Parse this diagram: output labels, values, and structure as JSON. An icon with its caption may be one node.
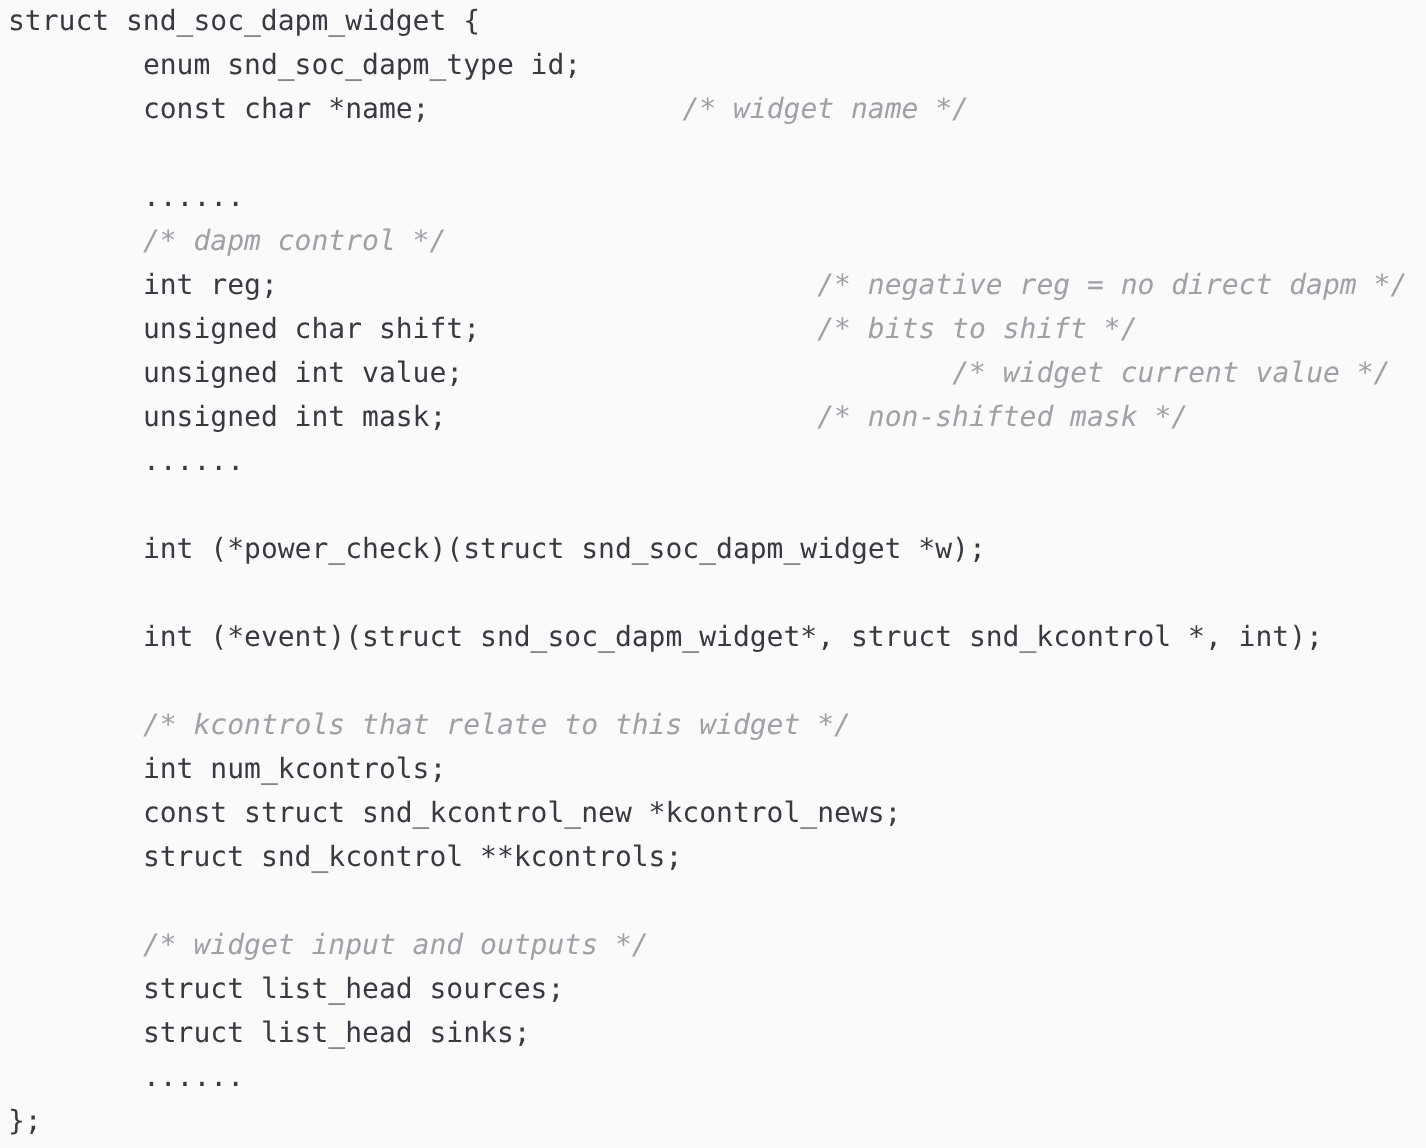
{
  "diagram": {
    "labels": [
      "struct snd_soc_dapm_widget {",
      "enum snd_soc_dapm_type id;",
      "const char *name;",
      "/* widget name */",
      "......",
      "/* dapm control */",
      "int reg;",
      "/* negative reg = no direct dapm */",
      "unsigned char shift;",
      "/* bits to shift */",
      "unsigned int value;",
      "/* widget current value */",
      "unsigned int mask;",
      "/* non-shifted mask */",
      "......",
      "int (*power_check)(struct snd_soc_dapm_widget *w);",
      "int (*event)(struct snd_soc_dapm_widget*, struct snd_kcontrol *, int);",
      "/* kcontrols that relate to this widget */",
      "int num_kcontrols;",
      "const struct snd_kcontrol_new *kcontrol_news;",
      "struct snd_kcontrol **kcontrols;",
      "/* widget input and outputs */",
      "struct list_head sources;",
      "struct list_head sinks;",
      "......",
      "};"
    ]
  }
}
